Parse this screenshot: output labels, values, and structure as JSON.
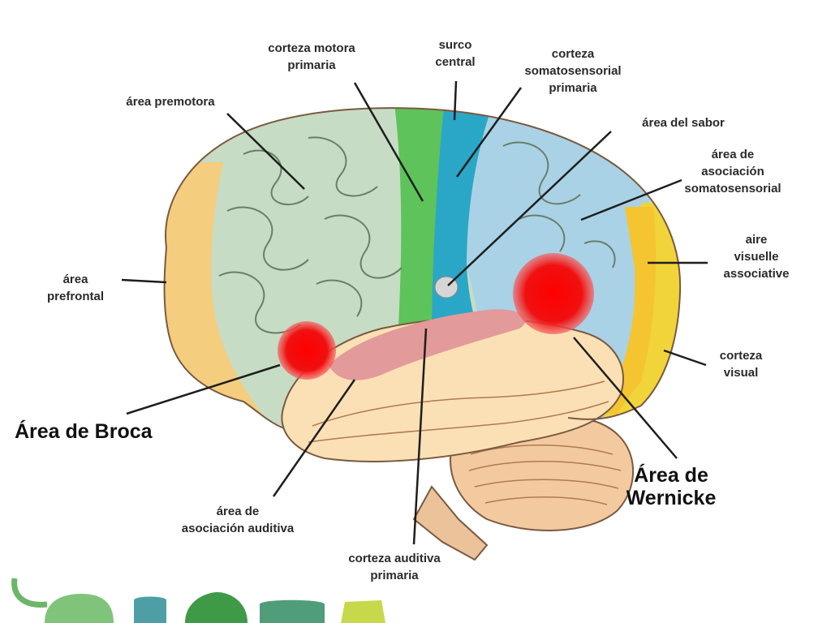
{
  "labels": {
    "corteza_motora": [
      "corteza motora",
      "primaria"
    ],
    "surco_central": [
      "surco",
      "central"
    ],
    "corteza_somatosensorial": [
      "corteza",
      "somatosensorial",
      "primaria"
    ],
    "area_premotora": [
      "área premotora"
    ],
    "area_sabor": [
      "área del sabor"
    ],
    "asociacion_somatosensorial": [
      "área de",
      "asociación",
      "somatosensorial"
    ],
    "area_prefrontal": [
      "área",
      "prefrontal"
    ],
    "aire_visuelle": [
      "aire",
      "visuelle",
      "associative"
    ],
    "corteza_visual": [
      "corteza",
      "visual"
    ],
    "area_broca": [
      "Área de Broca"
    ],
    "area_wernicke": [
      "Área de",
      "Wernicke"
    ],
    "asociacion_auditiva": [
      "área de",
      "asociación auditiva"
    ],
    "corteza_auditiva": [
      "corteza auditiva",
      "primaria"
    ]
  },
  "colors": {
    "frontal_green": "#c7dcc4",
    "prefrontal_orange": "#f4cd7e",
    "motor_green": "#5ec35a",
    "sensory_blue": "#2aa7c7",
    "association_blue": "#a9d2e6",
    "visual_yellow": "#f1d43a",
    "temporal_peach": "#fbe0b6",
    "auditory_pink": "#e29a9a",
    "language_red": "#ee1111",
    "cerebellum": "#f3caa0",
    "stem": "#ecc29a"
  }
}
